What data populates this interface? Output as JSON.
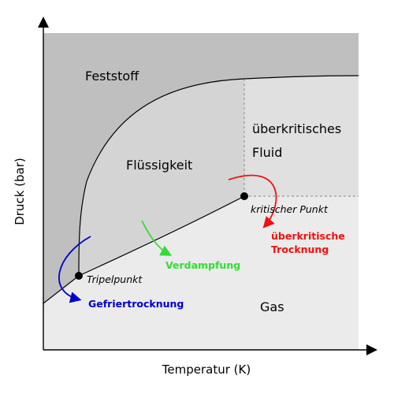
{
  "axes": {
    "x_label": "Temperatur (K)",
    "y_label": "Druck (bar)"
  },
  "regions": {
    "solid": "Feststoff",
    "liquid": "Flüssigkeit",
    "supercritical_line1": "überkritisches",
    "supercritical_line2": "Fluid",
    "gas": "Gas"
  },
  "points": {
    "triple": "Tripelpunkt",
    "critical": "kritischer Punkt"
  },
  "processes": {
    "freeze_drying": {
      "label": "Gefriertrocknung",
      "color": "#0000cc"
    },
    "evaporation": {
      "label": "Verdampfung",
      "color": "#33dd33"
    },
    "supercritical_drying": {
      "line1": "überkritische",
      "line2": "Trocknung",
      "color": "#ee1111"
    }
  },
  "colors": {
    "solid_region": "#bfbfbf",
    "liquid_region": "#d4d4d4",
    "supercritical_region": "#e0e0e0",
    "gas_region": "#ebebeb"
  }
}
